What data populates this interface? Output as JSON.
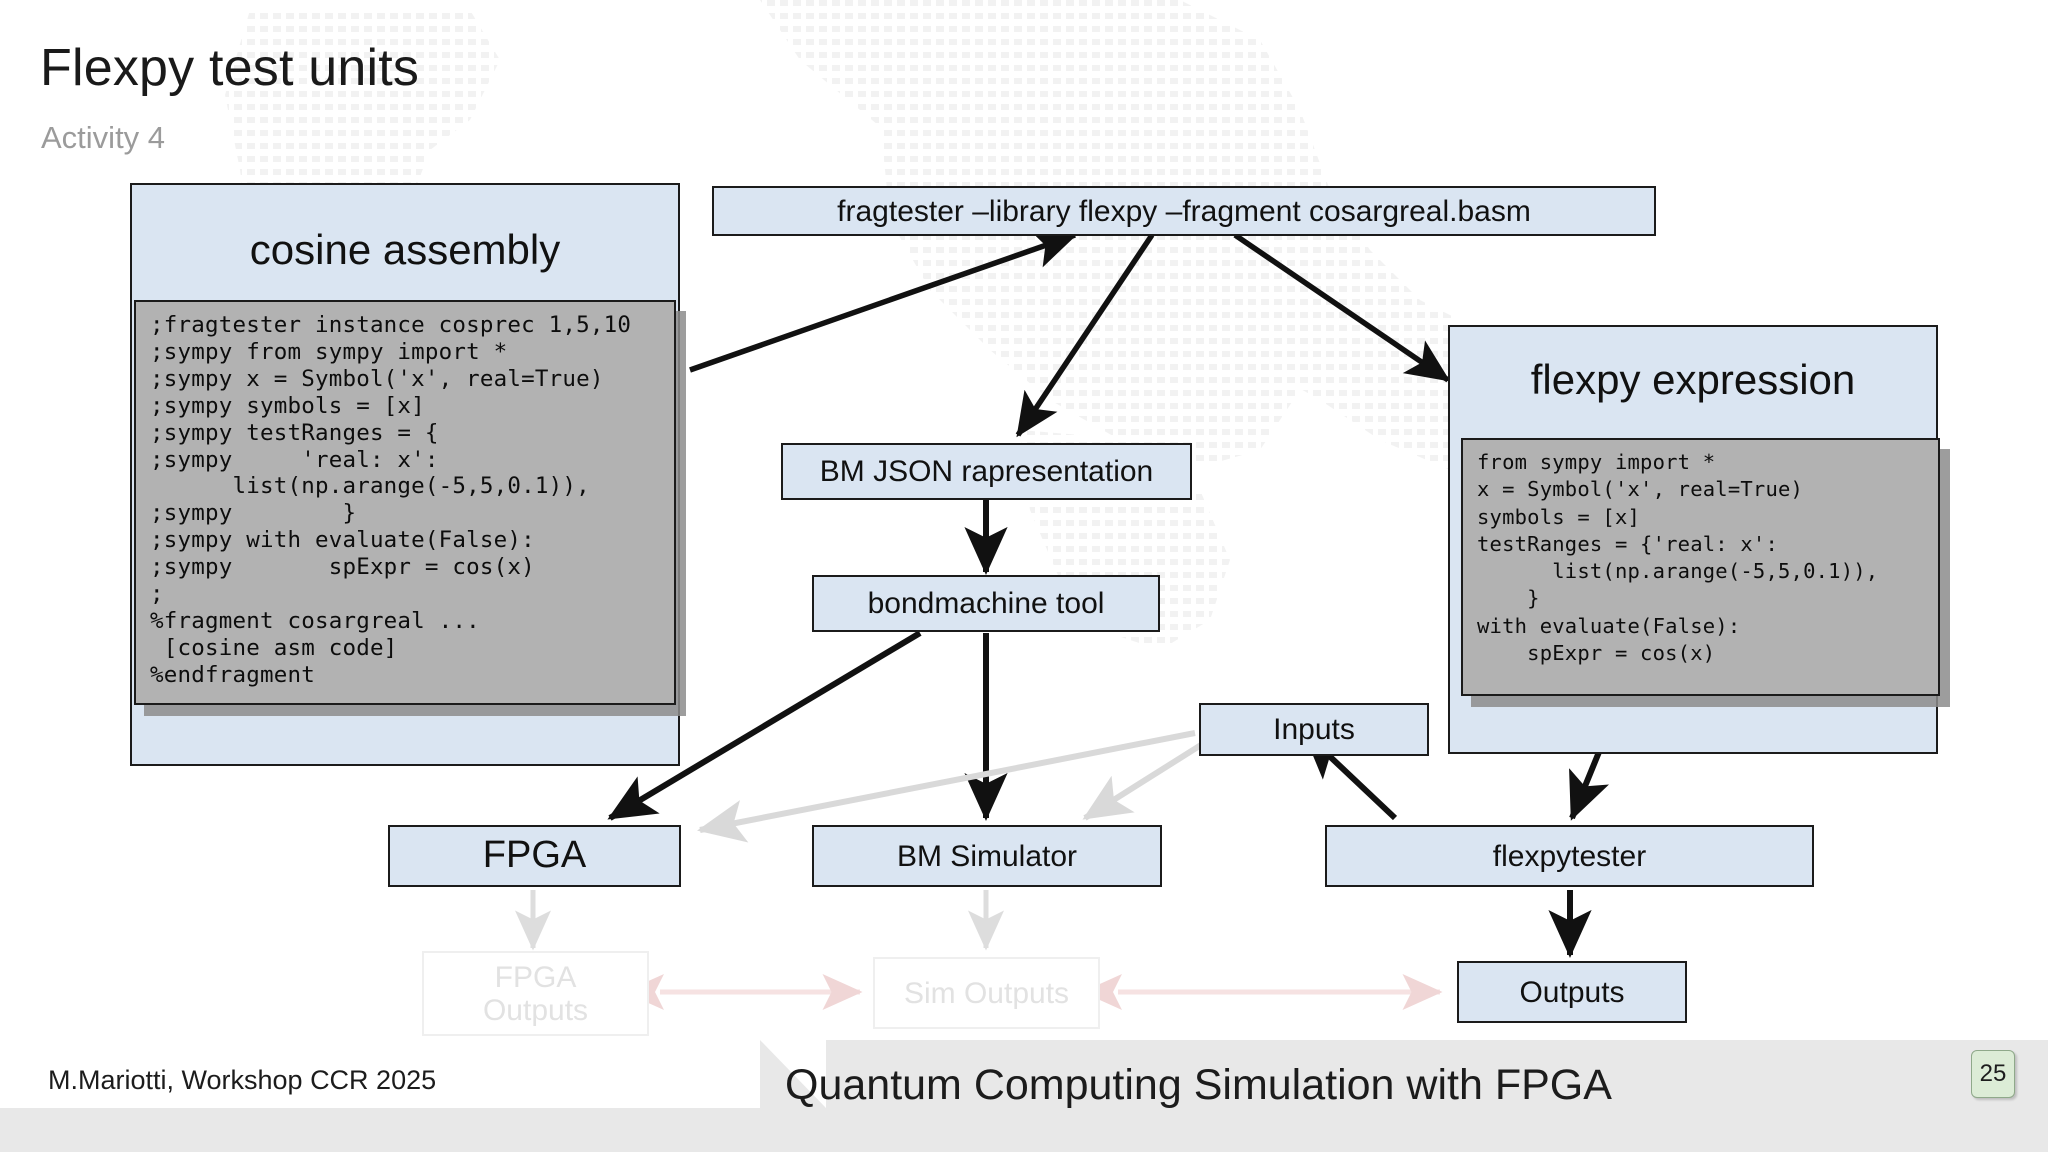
{
  "header": {
    "title": "Flexpy test units",
    "subtitle": "Activity 4"
  },
  "cards": {
    "cosine": {
      "title": "cosine assembly",
      "code": ";fragtester instance cosprec 1,5,10\n;sympy from sympy import *\n;sympy x = Symbol('x', real=True)\n;sympy symbols = [x]\n;sympy testRanges = {\n;sympy     'real: x':\n      list(np.arange(-5,5,0.1)),\n;sympy        }\n;sympy with evaluate(False):\n;sympy       spExpr = cos(x)\n;\n%fragment cosargreal ...\n [cosine asm code]\n%endfragment"
    },
    "flexpy": {
      "title": "flexpy expression",
      "code": "from sympy import *\nx = Symbol('x', real=True)\nsymbols = [x]\ntestRanges = {'real: x':\n      list(np.arange(-5,5,0.1)),\n    }\nwith evaluate(False):\n    spExpr = cos(x)"
    }
  },
  "nodes": {
    "command": "fragtester –library flexpy –fragment cosargreal.basm",
    "bm_json": "BM JSON rapresentation",
    "bondmachine_tool": "bondmachine tool",
    "inputs": "Inputs",
    "fpga": "FPGA",
    "bm_simulator": "BM Simulator",
    "flexpytester": "flexpytester",
    "fpga_outputs": "FPGA\nOutputs",
    "fpga_outputs_line1": "FPGA",
    "fpga_outputs_line2": "Outputs",
    "sim_outputs": "Sim Outputs",
    "outputs": "Outputs"
  },
  "footer": {
    "left": "M.Mariotti, Workshop CCR 2025",
    "center": "Quantum Computing Simulation with FPGA",
    "page": "25"
  },
  "colors": {
    "box_fill": "#dae5f2",
    "box_border": "#1b1b1b",
    "code_fill": "#b2b2b2",
    "ghost_text": "#e2e2e2",
    "arrow_dark": "#111111",
    "arrow_light": "#d9d9d9",
    "arrow_pink": "#f6dede",
    "badge_fill": "#dcecd6",
    "footer_band": "#e8e8e8",
    "subtitle": "#9b9b9b"
  }
}
